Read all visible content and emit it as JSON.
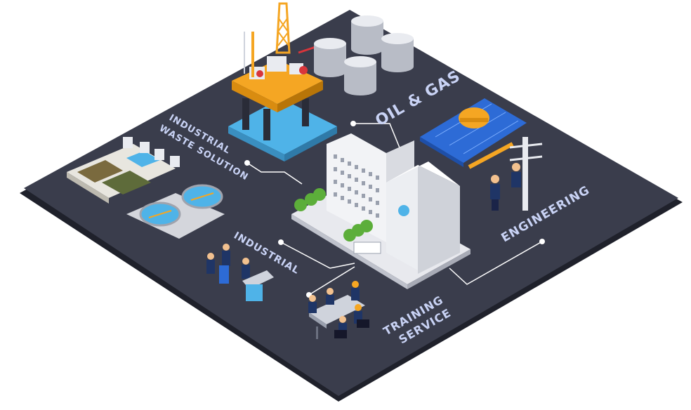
{
  "sectors": {
    "oil_gas": "OIL & GAS",
    "waste_line1": "INDUSTRIAL",
    "waste_line2": "WASTE SOLUTION",
    "industrial": "INDUSTRIAL",
    "engineering": "ENGINEERING",
    "training_line1": "TRAINING",
    "training_line2": "SERVICE"
  },
  "colors": {
    "board": "#3a3d4c",
    "board_edge": "#2a2c38",
    "connector": "#ffffff",
    "label": "#c9d3f5",
    "accent_orange": "#f5a623",
    "accent_blue": "#2d6bd6",
    "water": "#4fb3e8"
  }
}
